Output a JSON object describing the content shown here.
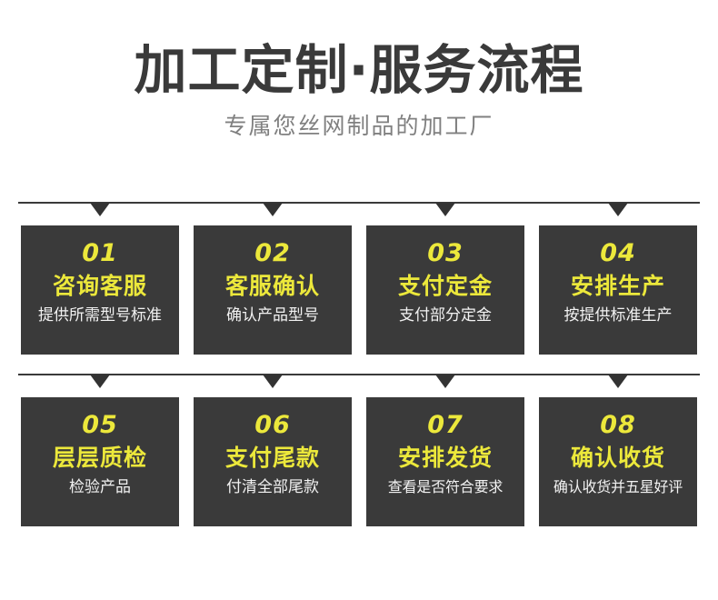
{
  "header": {
    "title": "加工定制·服务流程",
    "subtitle": "专属您丝网制品的加工厂",
    "title_color": "#3a3a3a",
    "subtitle_color": "#808080"
  },
  "theme": {
    "card_background": "#3a3a3a",
    "accent_yellow": "#ece83b",
    "desc_color": "#f2f2f2",
    "rule_color": "#3a3a3a",
    "page_background": "#ffffff"
  },
  "rows": [
    {
      "name": "process-row-1",
      "steps": [
        {
          "number": "01",
          "title": "咨询客服",
          "desc": "提供所需型号标准"
        },
        {
          "number": "02",
          "title": "客服确认",
          "desc": "确认产品型号"
        },
        {
          "number": "03",
          "title": "支付定金",
          "desc": "支付部分定金"
        },
        {
          "number": "04",
          "title": "安排生产",
          "desc": "按提供标准生产"
        }
      ]
    },
    {
      "name": "process-row-2",
      "steps": [
        {
          "number": "05",
          "title": "层层质检",
          "desc": "检验产品"
        },
        {
          "number": "06",
          "title": "支付尾款",
          "desc": "付清全部尾款"
        },
        {
          "number": "07",
          "title": "安排发货",
          "desc": "查看是否符合要求"
        },
        {
          "number": "08",
          "title": "确认收货",
          "desc": "确认收货并五星好评"
        }
      ]
    }
  ]
}
